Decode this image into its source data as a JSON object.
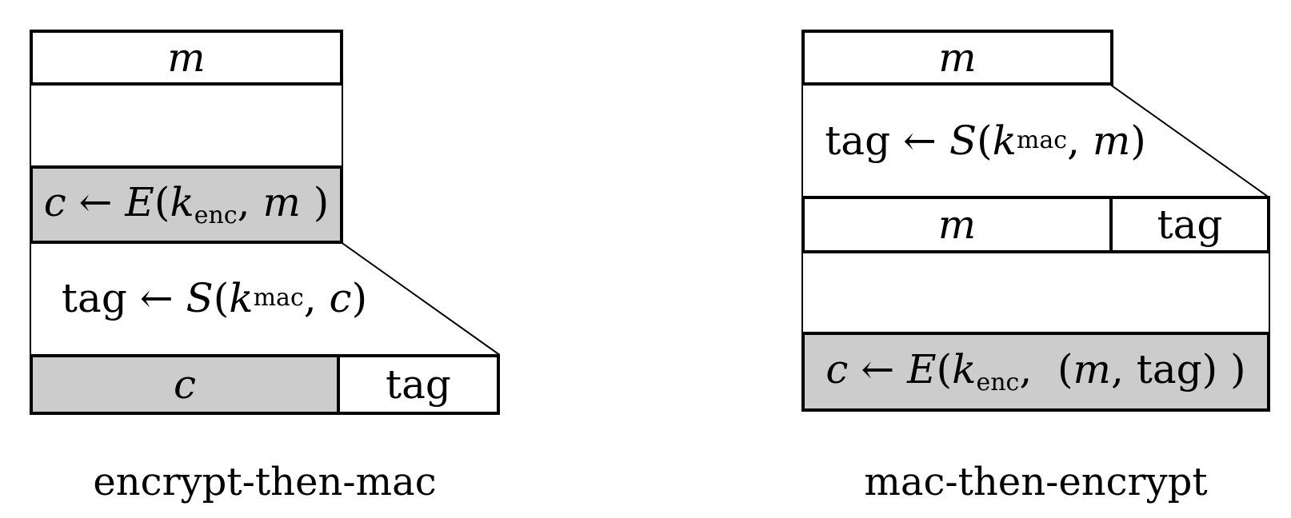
{
  "colors": {
    "line": "#000000",
    "shaded_fill": "#cccccc",
    "plain_fill": "#ffffff"
  },
  "left_diagram": {
    "label": "encrypt-then-mac",
    "top_box_text": "m",
    "encrypt_formula": [
      {
        "t": "c",
        "s": "i"
      },
      {
        "t": " ← ",
        "s": "r"
      },
      {
        "t": "E",
        "s": "i"
      },
      {
        "t": "(",
        "s": "r"
      },
      {
        "t": "k",
        "s": "i"
      },
      {
        "t": "enc",
        "s": "sub"
      },
      {
        "t": ", ",
        "s": "r"
      },
      {
        "t": "m",
        "s": "i"
      },
      {
        "t": " )",
        "s": "r"
      }
    ],
    "mac_formula": [
      {
        "t": "tag ← ",
        "s": "r"
      },
      {
        "t": "S",
        "s": "i"
      },
      {
        "t": "(",
        "s": "r"
      },
      {
        "t": "k",
        "s": "i"
      },
      {
        "t": "mac",
        "s": "sub"
      },
      {
        "t": ", ",
        "s": "r"
      },
      {
        "t": "c",
        "s": "i"
      },
      {
        "t": ")",
        "s": "r"
      }
    ],
    "output_row": {
      "cipher": "c",
      "tag": "tag"
    }
  },
  "right_diagram": {
    "label": "mac-then-encrypt",
    "top_box_text": "m",
    "mac_formula": [
      {
        "t": "tag ← ",
        "s": "r"
      },
      {
        "t": "S",
        "s": "i"
      },
      {
        "t": "(",
        "s": "r"
      },
      {
        "t": "k",
        "s": "i"
      },
      {
        "t": "mac",
        "s": "sub"
      },
      {
        "t": ", ",
        "s": "r"
      },
      {
        "t": "m",
        "s": "i"
      },
      {
        "t": ")",
        "s": "r"
      }
    ],
    "mtag_row": {
      "message": "m",
      "tag": "tag"
    },
    "encrypt_formula": [
      {
        "t": "c",
        "s": "i"
      },
      {
        "t": " ← ",
        "s": "r"
      },
      {
        "t": "E",
        "s": "i"
      },
      {
        "t": "(",
        "s": "r"
      },
      {
        "t": "k",
        "s": "i"
      },
      {
        "t": "enc",
        "s": "sub"
      },
      {
        "t": ",  (",
        "s": "r"
      },
      {
        "t": "m",
        "s": "i"
      },
      {
        "t": ", tag) )",
        "s": "r"
      }
    ]
  }
}
